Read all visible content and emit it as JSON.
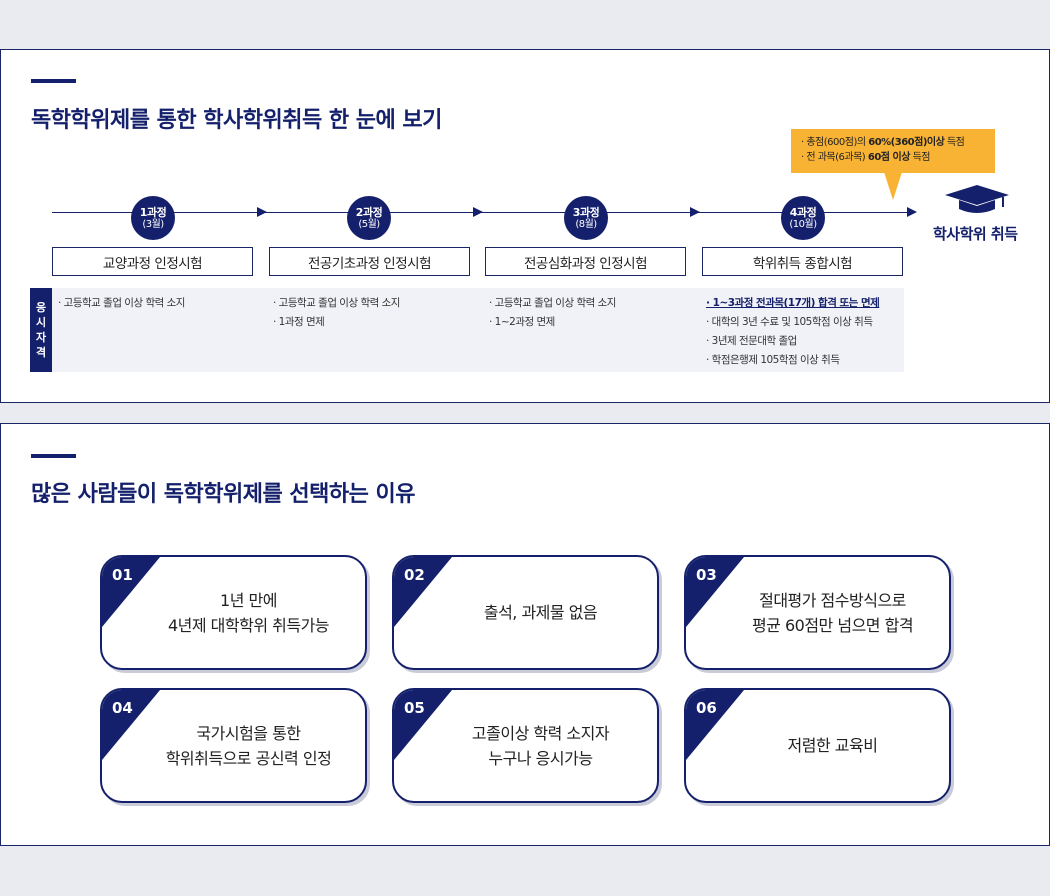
{
  "section1": {
    "title": "독학학위제를 통한 학사학위취득 한 눈에 보기",
    "stages": [
      {
        "name": "1과정",
        "month": "(3월)",
        "exam": "교양과정 인정시험"
      },
      {
        "name": "2과정",
        "month": "(5월)",
        "exam": "전공기초과정 인정시험"
      },
      {
        "name": "3과정",
        "month": "(8월)",
        "exam": "전공심화과정 인정시험"
      },
      {
        "name": "4과정",
        "month": "(10월)",
        "exam": "학위취득 종합시험"
      }
    ],
    "qualification_label": [
      "응",
      "시",
      "자",
      "격"
    ],
    "qualifications": [
      [
        "· 고등학교 졸업 이상 학력 소지"
      ],
      [
        "· 고등학교 졸업 이상 학력 소지",
        "· 1과정 면제"
      ],
      [
        "· 고등학교 졸업 이상 학력 소지",
        "· 1~2과정 면제"
      ],
      [
        "· 1~3과정 전과목(17개) 합격 또는 면제",
        "· 대학의 3년 수료 및 105학점 이상 취득",
        "· 3년제 전문대학 졸업",
        "· 학점은행제 105학점 이상 취득"
      ]
    ],
    "callout": {
      "line1_pre": "· 총점(600점)의 ",
      "line1_bold": "60%(360점)이상",
      "line1_post": " 득점",
      "line2_pre": "· 전 과목(6과목) ",
      "line2_bold": "60점 이상",
      "line2_post": " 득점"
    },
    "degree_label": "학사학위 취득",
    "colors": {
      "navy": "#14206b",
      "callout": "#f8b334",
      "qual_bg": "#f1f2f8"
    }
  },
  "section2": {
    "title": "많은 사람들이 독학학위제를 선택하는 이유",
    "reasons": [
      {
        "num": "01",
        "lines": [
          "1년 만에",
          "4년제 대학학위 취득가능"
        ]
      },
      {
        "num": "02",
        "lines": [
          "출석, 과제물 없음"
        ]
      },
      {
        "num": "03",
        "lines": [
          "절대평가 점수방식으로",
          "평균 60점만 넘으면 합격"
        ]
      },
      {
        "num": "04",
        "lines": [
          "국가시험을 통한",
          "학위취득으로 공신력 인정"
        ]
      },
      {
        "num": "05",
        "lines": [
          "고졸이상 학력 소지자",
          "누구나 응시가능"
        ]
      },
      {
        "num": "06",
        "lines": [
          "저렴한 교육비"
        ]
      }
    ]
  }
}
